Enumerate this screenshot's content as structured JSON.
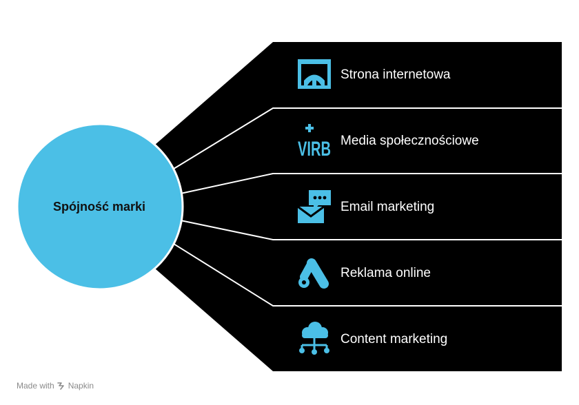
{
  "center": {
    "label": "Spójność marki"
  },
  "items": [
    {
      "label": "Strona internetowa",
      "icon": "website-icon"
    },
    {
      "label": "Media społecznościowe",
      "icon": "virb-logo-icon"
    },
    {
      "label": "Email marketing",
      "icon": "email-chat-icon"
    },
    {
      "label": "Reklama online",
      "icon": "google-ads-icon"
    },
    {
      "label": "Content marketing",
      "icon": "cloud-network-icon"
    }
  ],
  "watermark": {
    "prefix": "Made with",
    "brand": "Napkin"
  },
  "colors": {
    "accent": "#4BBFE6",
    "panel": "#000000",
    "text_light": "#FFFFFF",
    "text_dark": "#111111"
  }
}
